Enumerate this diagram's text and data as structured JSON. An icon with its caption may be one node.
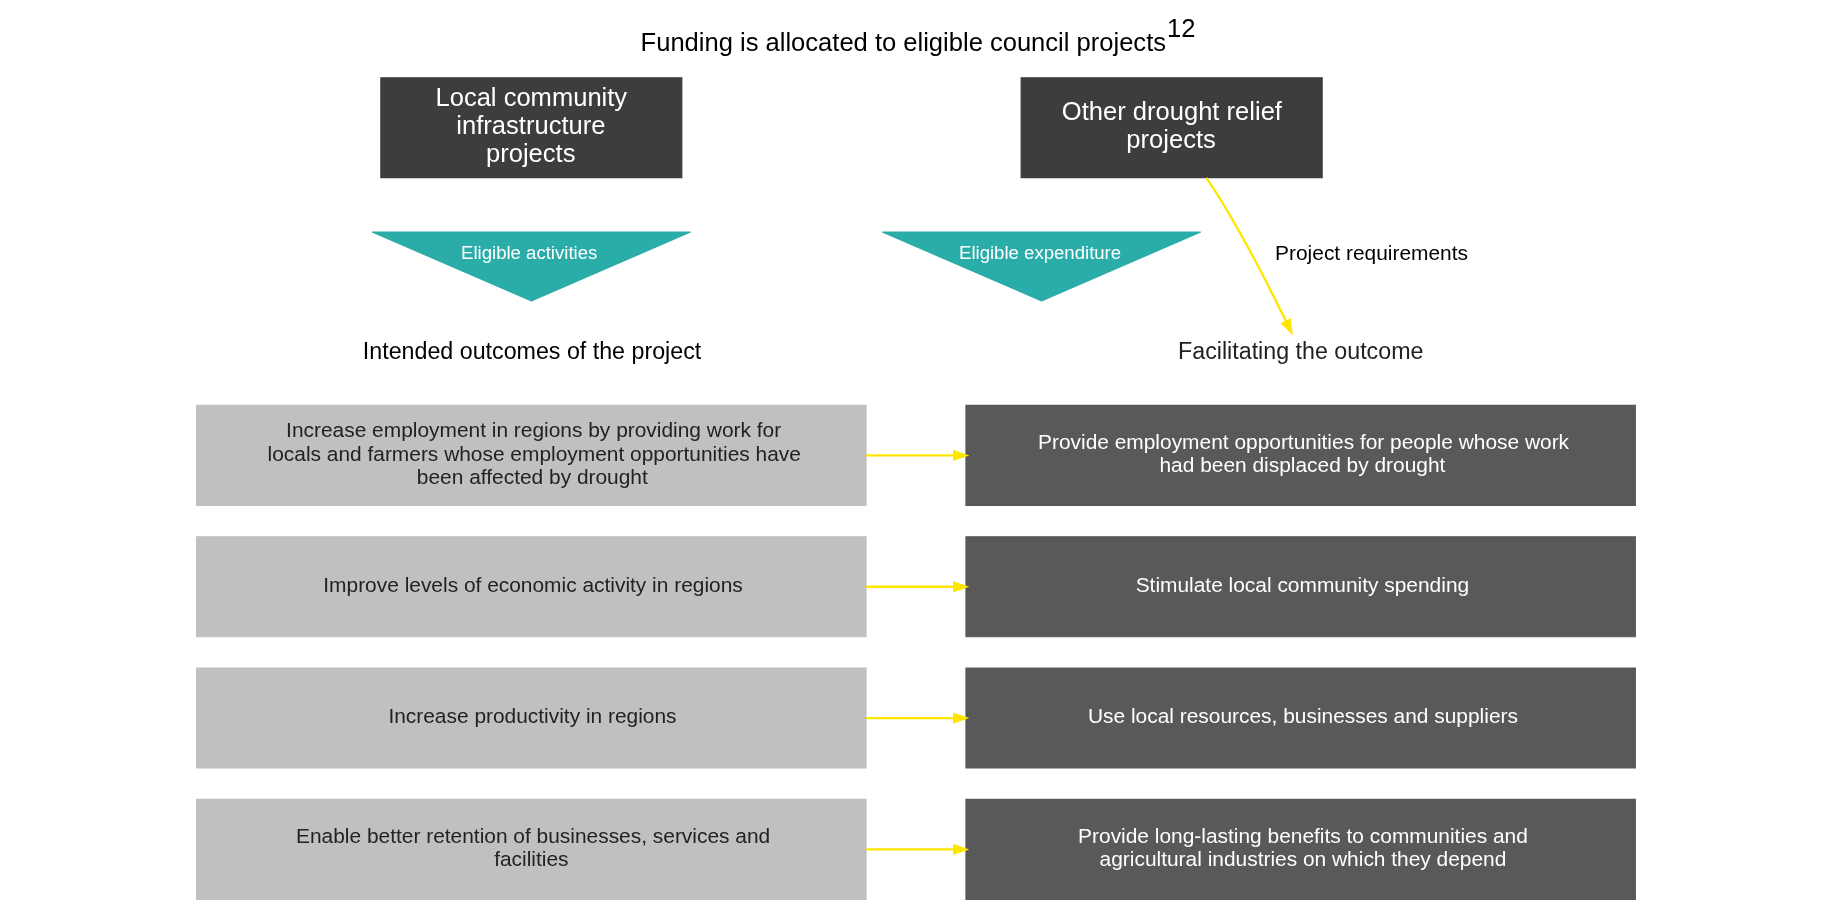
{
  "diagram": {
    "title": "Funding is allocated to eligible council projects$^{12}$",
    "nodes": [
      {
        "text": [
          "Local community infrastructure projects"
        ]
      },
      {
        "text": [
          "Other drought relief projects"
        ]
      },
      {
        "text": [
          "Eligible activities"
        ]
      },
      {
        "text": [
          "Eligible expenditure"
        ]
      },
      {
        "text": [
          "Facilitating the outcome"
        ]
      },
      {
        "text": [
          "Increase employment in regions by providing work for locals and farmers whose employment opportunities have been affected by drought"
        ]
      },
      {
        "text": [
          "Provide employment opportunities for people whose work had been displaced by drought"
        ]
      },
      {
        "text": [
          "Improve levels of economic activity in regions"
        ]
      },
      {
        "text": [
          "Stimulate local community spending"
        ]
      },
      {
        "text": [
          "Increase productivity in regions"
        ]
      },
      {
        "text": [
          "Use local resources, businesses and suppliers"
        ]
      },
      {
        "text": [
          "Enable better retention of businesses, services and facilities"
        ]
      },
      {
        "text": [
          "Provide long-lasting benefits to communities and agricultural industries on which they depend"
        ]
      }
    ],
    "edges": [
      {
        "from": 1,
        "to": 4,
        "arrow": "to",
        "label": "Project requirements",
        "color": "#ffe600"
      },
      {
        "from": 5,
        "to": 6,
        "arrow": "to",
        "color": "#ffe600"
      },
      {
        "from": 7,
        "to": 8,
        "arrow": "to",
        "color": "#ffe600"
      },
      {
        "from": 9,
        "to": 10,
        "arrow": "to",
        "color": "#ffe600"
      },
      {
        "from": 11,
        "to": 12,
        "arrow": "to",
        "color": "#ffe600"
      }
    ],
    "labels": [
      "Intended outcomes of the project"
    ]
  }
}
